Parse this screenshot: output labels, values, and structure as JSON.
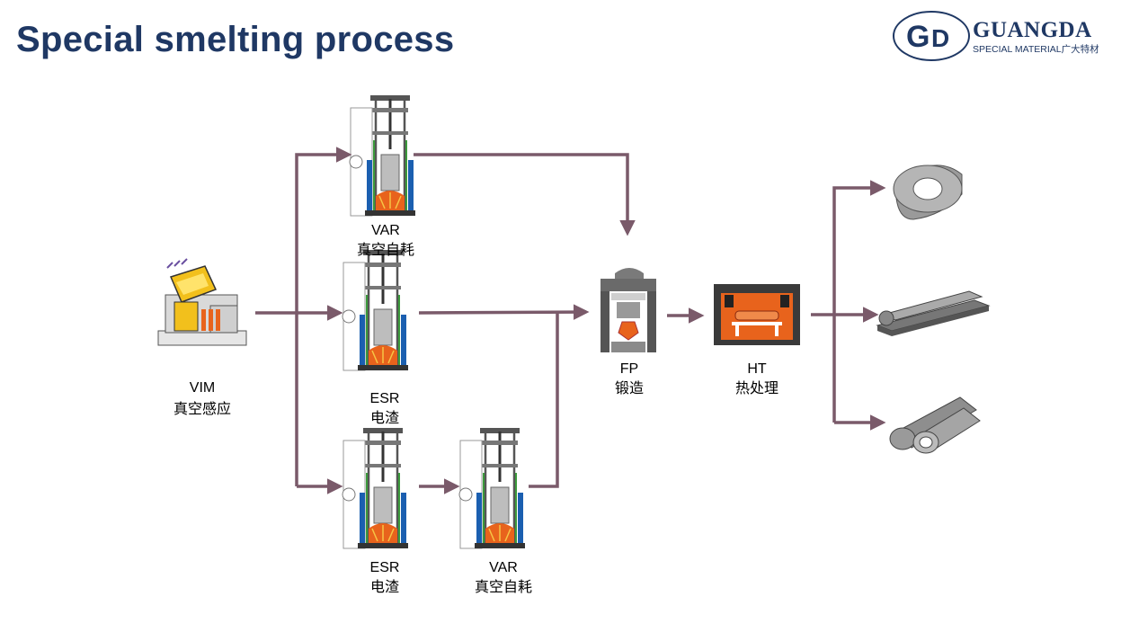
{
  "title": "Special smelting process",
  "logo": {
    "brand": "GUANGDA",
    "tagline": "SPECIAL MATERIAL广大特材",
    "mark": "GD"
  },
  "steps": {
    "vim": {
      "code": "VIM",
      "name": "真空感应"
    },
    "var_top": {
      "code": "VAR",
      "name": "真空自耗"
    },
    "esr_mid": {
      "code": "ESR",
      "name": "电渣"
    },
    "esr_bottom": {
      "code": "ESR",
      "name": "电渣"
    },
    "var_bottom": {
      "code": "VAR",
      "name": "真空自耗"
    },
    "fp": {
      "code": "FP",
      "name": "锻造"
    },
    "ht": {
      "code": "HT",
      "name": "热处理"
    }
  },
  "products": [
    "ring-forging",
    "bar-rail",
    "pipe-tube"
  ],
  "colors": {
    "title": "#1f3864",
    "arrow": "#7a5a6a",
    "crucible_blue": "#1b5fb0",
    "furnace_orange": "#e8631c"
  }
}
